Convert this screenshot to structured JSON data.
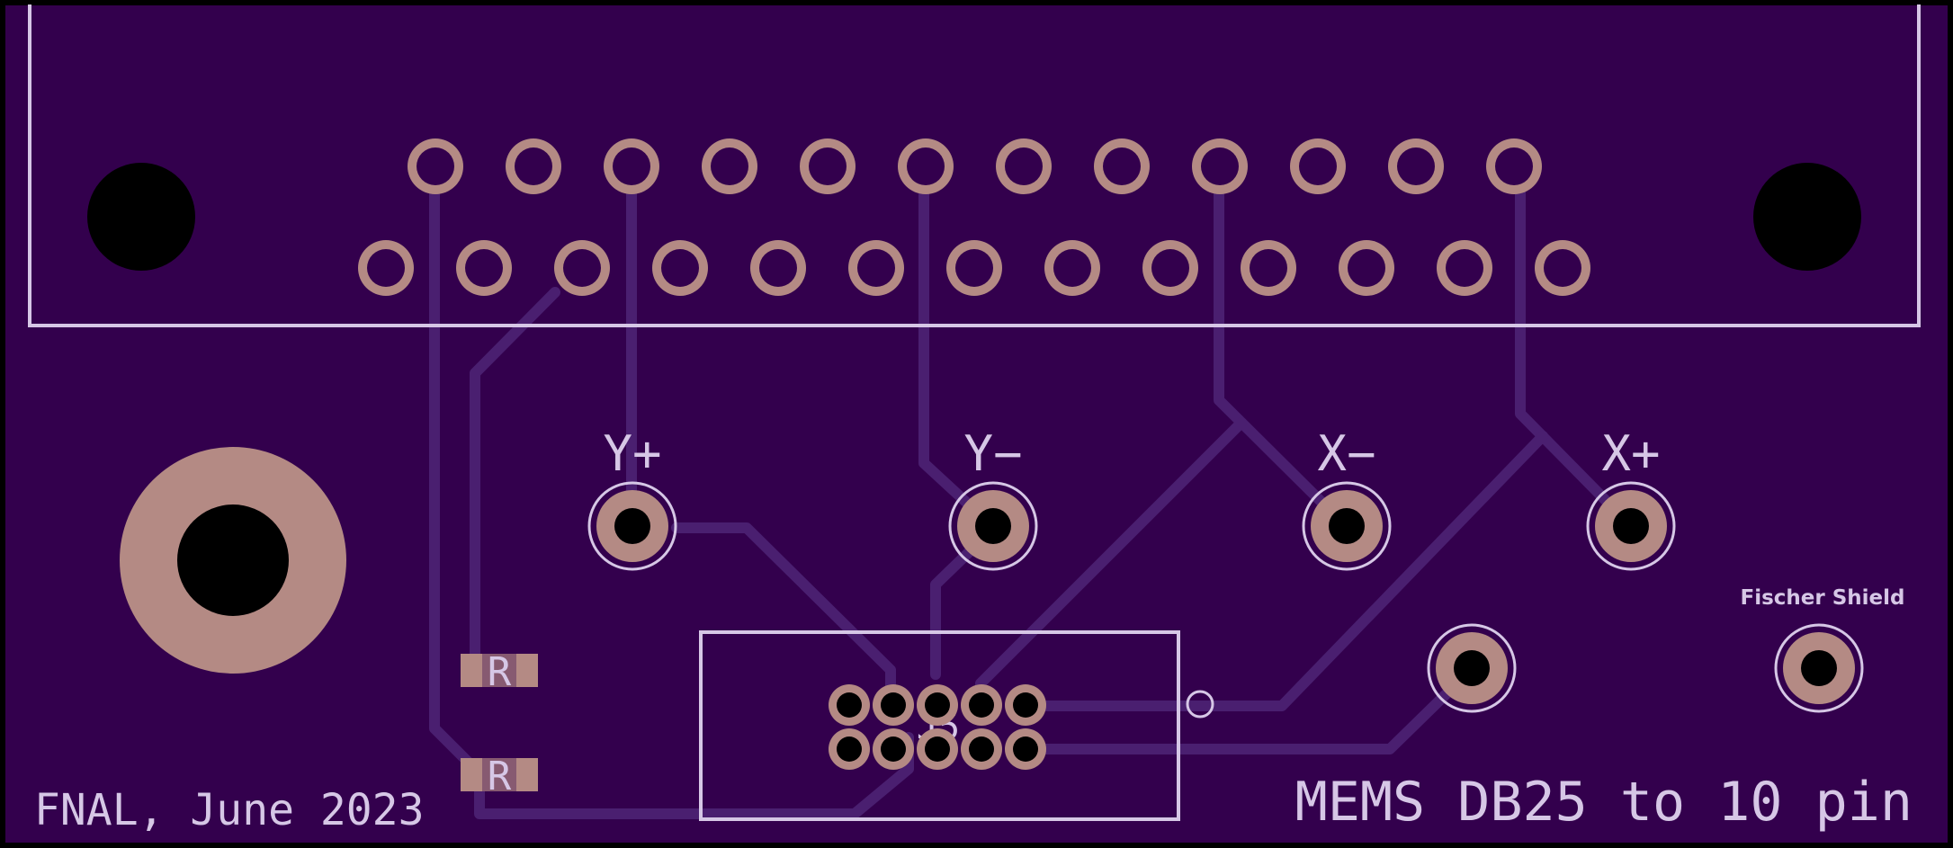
{
  "board": {
    "title": "MEMS DB25 to 10 pin",
    "credit": "FNAL, June 2023",
    "colors": {
      "outline": "#000000",
      "substrate": "#33004d",
      "copper": "#b48a84",
      "trace": "#4a1f70",
      "silkscreen": "#d6c7e6",
      "drill": "#000000"
    }
  },
  "db25": {
    "row1_pins": 12,
    "row2_pins": 13
  },
  "terminals": [
    {
      "label": "Y+"
    },
    {
      "label": "Y−"
    },
    {
      "label": "X−"
    },
    {
      "label": "X+"
    }
  ],
  "shield": {
    "label": "Fischer Shield"
  },
  "connector": {
    "ref": "J5"
  },
  "resistors": [
    {
      "ref": "R"
    },
    {
      "ref": "R"
    }
  ]
}
